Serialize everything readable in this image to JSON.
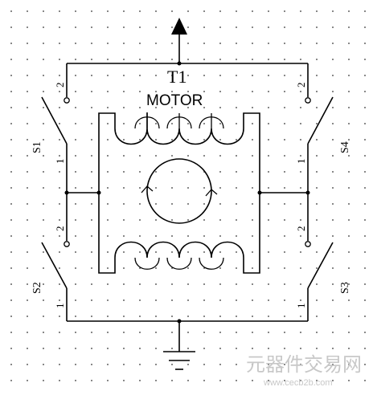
{
  "diagram": {
    "motor_ref": "T1",
    "motor_label": "MOTOR",
    "switches": [
      {
        "name": "S1",
        "pin_top": "2",
        "pin_bottom": "1"
      },
      {
        "name": "S2",
        "pin_top": "2",
        "pin_bottom": "1"
      },
      {
        "name": "S3",
        "pin_top": "2",
        "pin_bottom": "1"
      },
      {
        "name": "S4",
        "pin_top": "2",
        "pin_bottom": "1"
      }
    ],
    "watermark_cn": "元器件交易网",
    "watermark_url": "www.cecb2b.com"
  },
  "colors": {
    "wire": "#000000",
    "grid_dots": "#6a6a6a",
    "watermark": "#c8c8c8",
    "watermark_accent": "#e0a040"
  },
  "icons": [
    "power-arrow-icon",
    "ground-icon",
    "rotation-circle-icon"
  ]
}
